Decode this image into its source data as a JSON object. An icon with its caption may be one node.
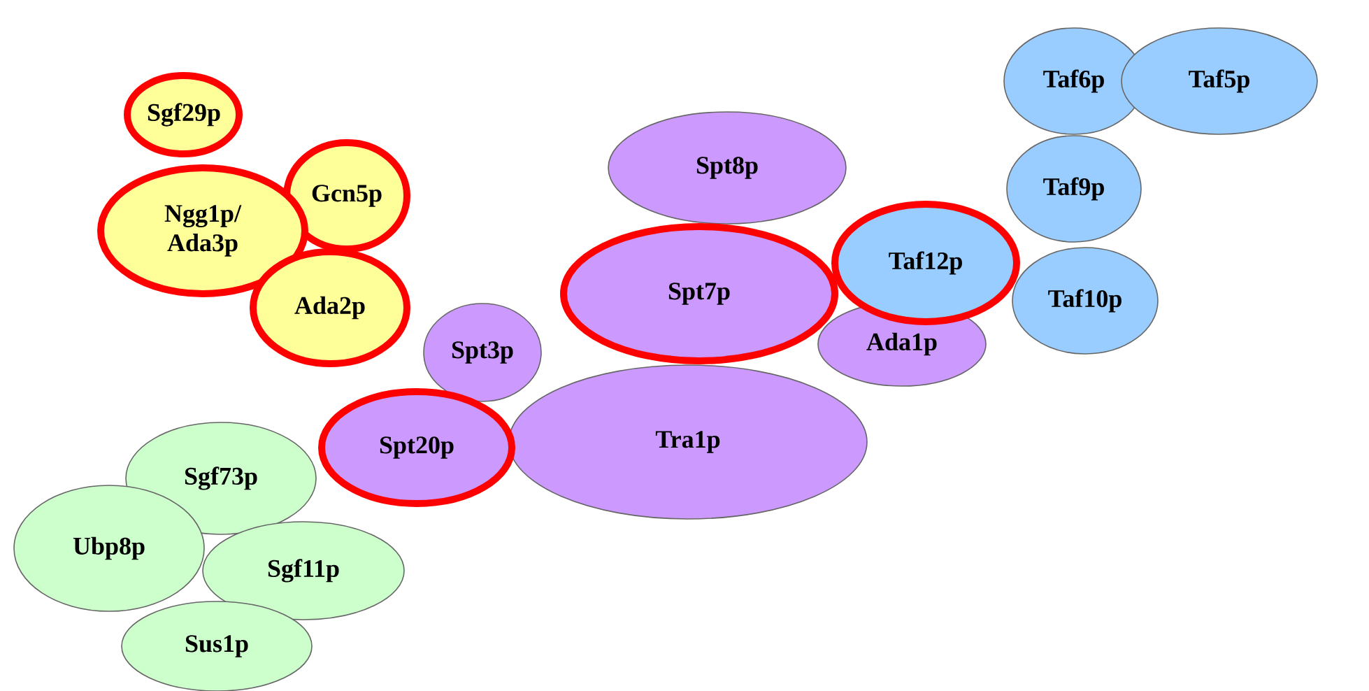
{
  "diagram": {
    "nodes": [
      {
        "text": [
          "Sgf29p"
        ]
      },
      {
        "text": [
          "Gcn5p"
        ]
      },
      {
        "text": [
          "Ngg1p/ Ada3p"
        ]
      },
      {
        "text": [
          "Ada2p"
        ]
      },
      {
        "text": [
          "Spt8p"
        ]
      },
      {
        "text": [
          "Spt7p"
        ]
      },
      {
        "text": [
          "Taf6p"
        ]
      },
      {
        "text": [
          "Taf5p"
        ]
      },
      {
        "text": [
          "Taf9p"
        ]
      },
      {
        "text": [
          "Taf12p"
        ]
      },
      {
        "text": [
          "Taf10p"
        ]
      },
      {
        "text": [
          "Ada1p"
        ]
      },
      {
        "text": [
          "Spt3p"
        ]
      },
      {
        "text": [
          "Spt20p"
        ]
      },
      {
        "text": [
          "Tra1p"
        ]
      },
      {
        "text": [
          "Sgf73p"
        ]
      },
      {
        "text": [
          "Ubp8p"
        ]
      },
      {
        "text": [
          "Sgf11p"
        ]
      },
      {
        "text": [
          "Sus1p"
        ]
      }
    ]
  }
}
